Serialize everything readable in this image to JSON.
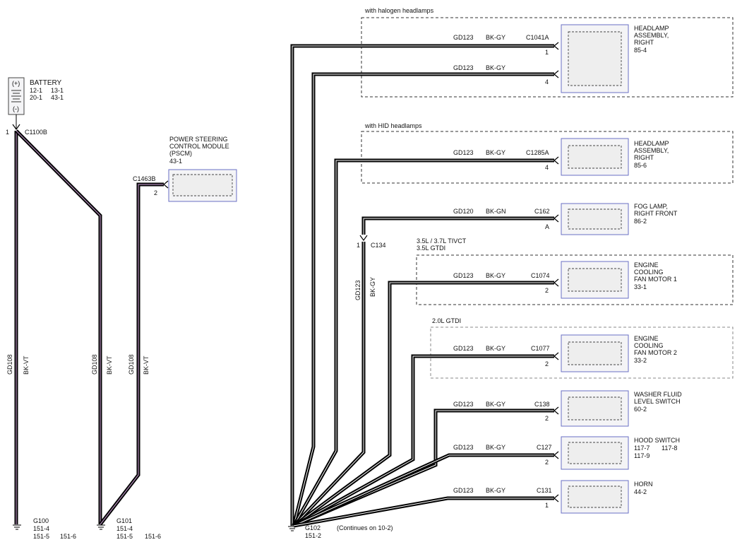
{
  "battery": {
    "name": "BATTERY",
    "refs": [
      "12-1",
      "13-1",
      "20-1",
      "43-1"
    ],
    "plus": "(+)",
    "minus": "(-)",
    "pin": "1",
    "connector": "C1100B"
  },
  "pscm": {
    "name_lines": [
      "POWER STEERING",
      "CONTROL MODULE",
      "(PSCM)"
    ],
    "ref": "43-1",
    "connector": "C1463B",
    "pin": "2"
  },
  "left_wires": [
    {
      "circuit": "GD108",
      "color": "BK-VT"
    },
    {
      "circuit": "GD108",
      "color": "BK-VT"
    },
    {
      "circuit": "GD108",
      "color": "BK-VT"
    }
  ],
  "grounds": [
    {
      "name": "G100",
      "refs": [
        "151-4",
        "151-5",
        "151-6"
      ]
    },
    {
      "name": "G101",
      "refs": [
        "151-4",
        "151-5",
        "151-6"
      ]
    },
    {
      "name": "G102",
      "refs": [
        "151-2"
      ],
      "note": "(Continues on 10-2)"
    }
  ],
  "zones": [
    {
      "label": "with halogen headlamps"
    },
    {
      "label": "with HID headlamps"
    },
    {
      "label_lines": [
        "3.5L / 3.7L TIVCT",
        "3.5L GTDI"
      ]
    },
    {
      "label": "2.0L GTDI"
    }
  ],
  "splice": {
    "pin": "1",
    "connector": "C134",
    "circuit": "GD123",
    "color": "BK-GY"
  },
  "branches": [
    {
      "circuit": "GD123",
      "color": "BK-GY",
      "connector": "C1041A",
      "pin": "1"
    },
    {
      "circuit": "GD123",
      "color": "BK-GY",
      "connector": "",
      "pin": "4"
    },
    {
      "circuit": "GD123",
      "color": "BK-GY",
      "connector": "C1285A",
      "pin": "4"
    },
    {
      "circuit": "GD120",
      "color": "BK-GN",
      "connector": "C162",
      "pin": "A"
    },
    {
      "circuit": "GD123",
      "color": "BK-GY",
      "connector": "C1074",
      "pin": "2"
    },
    {
      "circuit": "GD123",
      "color": "BK-GY",
      "connector": "C1077",
      "pin": "2"
    },
    {
      "circuit": "GD123",
      "color": "BK-GY",
      "connector": "C138",
      "pin": "2"
    },
    {
      "circuit": "GD123",
      "color": "BK-GY",
      "connector": "C127",
      "pin": "2"
    },
    {
      "circuit": "GD123",
      "color": "BK-GY",
      "connector": "C131",
      "pin": "1"
    }
  ],
  "components": [
    {
      "name_lines": [
        "HEADLAMP",
        "ASSEMBLY,",
        "RIGHT"
      ],
      "refs": [
        "85-4"
      ]
    },
    {
      "name_lines": [
        "HEADLAMP",
        "ASSEMBLY,",
        "RIGHT"
      ],
      "refs": [
        "85-6"
      ]
    },
    {
      "name_lines": [
        "FOG LAMP,",
        "RIGHT FRONT"
      ],
      "refs": [
        "86-2"
      ]
    },
    {
      "name_lines": [
        "ENGINE",
        "COOLING",
        "FAN MOTOR 1"
      ],
      "refs": [
        "33-1"
      ]
    },
    {
      "name_lines": [
        "ENGINE",
        "COOLING",
        "FAN MOTOR 2"
      ],
      "refs": [
        "33-2"
      ]
    },
    {
      "name_lines": [
        "WASHER FLUID",
        "LEVEL SWITCH"
      ],
      "refs": [
        "60-2"
      ]
    },
    {
      "name_lines": [
        "HOOD SWITCH"
      ],
      "refs": [
        "117-7",
        "117-8",
        "117-9"
      ]
    },
    {
      "name_lines": [
        "HORN"
      ],
      "refs": [
        "44-2"
      ]
    }
  ],
  "colors": {
    "wire": "#000000",
    "stripe_violet": "#b08ab8",
    "component_border": "#6a6fc4"
  }
}
